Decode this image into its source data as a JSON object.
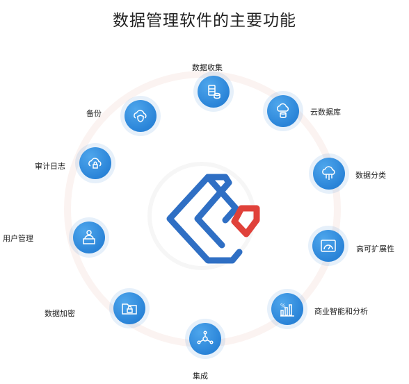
{
  "title": "数据管理软件的主要功能",
  "features": [
    {
      "label": "数据收集",
      "icon": "database-coins-icon"
    },
    {
      "label": "云数据库",
      "icon": "cloud-database-icon"
    },
    {
      "label": "数据分类",
      "icon": "cloud-network-icon"
    },
    {
      "label": "高可扩展性",
      "icon": "dashboard-gauge-icon"
    },
    {
      "label": "商业智能和分析",
      "icon": "bar-chart-percent-icon"
    },
    {
      "label": "集成",
      "icon": "network-integration-icon"
    },
    {
      "label": "数据加密",
      "icon": "folder-lock-icon"
    },
    {
      "label": "用户管理",
      "icon": "user-presenter-icon"
    },
    {
      "label": "审计日志",
      "icon": "cloud-lock-icon"
    },
    {
      "label": "备份",
      "icon": "cloud-shield-icon"
    }
  ],
  "colors": {
    "node_blue": "#2a84d8",
    "logo_blue": "#2f6fc4",
    "logo_red": "#e0413a",
    "ring": "#fbf3f1"
  }
}
